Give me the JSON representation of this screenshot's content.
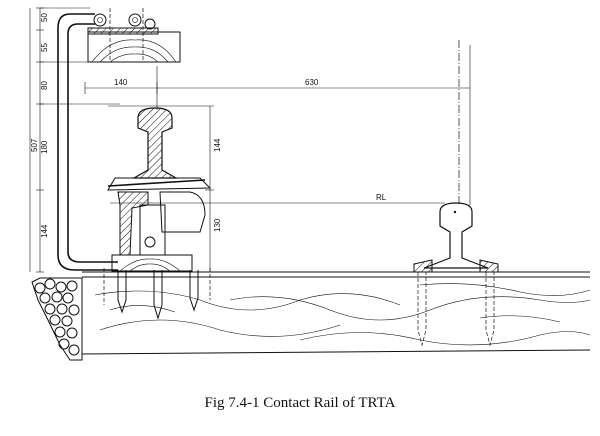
{
  "caption": "Fig 7.4-1 Contact Rail of TRTA",
  "dimensions": {
    "d50": "50",
    "d55": "55",
    "d80": "80",
    "d180": "180",
    "d507": "507",
    "d144_left": "144",
    "d140": "140",
    "d630": "630",
    "d144_mid": "144",
    "d130": "130"
  },
  "labels": {
    "rl": "RL"
  }
}
